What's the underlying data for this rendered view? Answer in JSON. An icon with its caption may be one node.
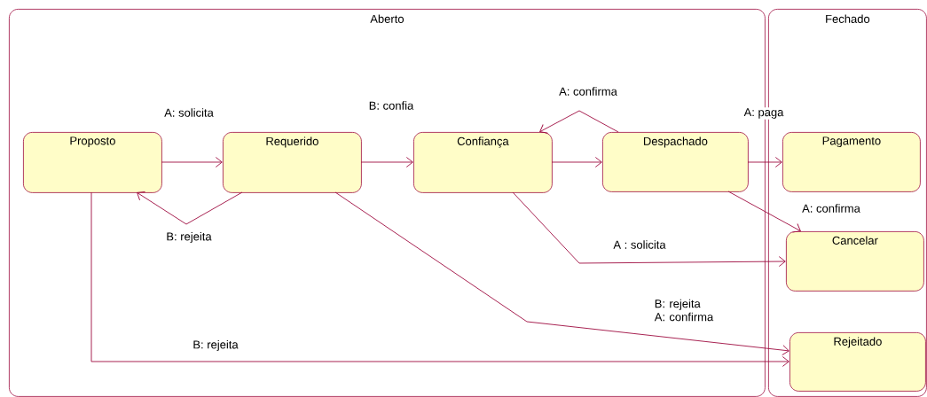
{
  "diagram": {
    "nodes": [
      {
        "text": [
          "Aberto"
        ]
      },
      {
        "text": [
          "Fechado"
        ]
      },
      {
        "text": [
          "Proposto"
        ],
        "in": 0
      },
      {
        "text": [
          "Requerido"
        ],
        "in": 0
      },
      {
        "text": [
          "Confiança"
        ],
        "in": 0
      },
      {
        "text": [
          "Despachado"
        ],
        "in": 0
      },
      {
        "text": [
          "Pagamento"
        ],
        "in": 1
      },
      {
        "text": [
          "Cancelar"
        ],
        "in": 1
      },
      {
        "text": [
          "Rejeitado"
        ],
        "in": 1
      }
    ],
    "edges": [
      {
        "from": 2,
        "to": 3,
        "arrow": "to",
        "label": "A: solicita"
      },
      {
        "from": 3,
        "to": 2,
        "arrow": "to",
        "label": "B: rejeita"
      },
      {
        "from": 3,
        "to": 4,
        "arrow": "to",
        "label": "B: confia"
      },
      {
        "from": 4,
        "to": 5,
        "arrow": "to"
      },
      {
        "from": 5,
        "to": 4,
        "arrow": "to",
        "label": "A: confirma"
      },
      {
        "from": 5,
        "to": 6,
        "arrow": "to",
        "label": "A: paga"
      },
      {
        "from": 5,
        "to": 7,
        "arrow": "to",
        "label": "A: confirma"
      },
      {
        "from": 4,
        "to": 7,
        "arrow": "to",
        "label": "A : solicita"
      },
      {
        "from": 3,
        "to": 8,
        "arrow": "to",
        "label": "B: rejeita A: confirma"
      },
      {
        "from": 2,
        "to": 8,
        "arrow": "to",
        "label": "B: rejeita"
      }
    ]
  }
}
